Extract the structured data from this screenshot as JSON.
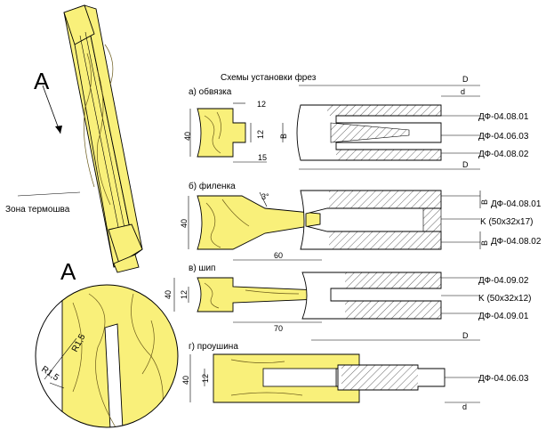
{
  "figure": {
    "title": "Схемы установки фрез",
    "zone_label": "Зона термошва",
    "view_label": "А",
    "detail_label": "А",
    "radius_labels": [
      "R1,5",
      "R1,5"
    ]
  },
  "sections": [
    {
      "heading": "а) обвязка",
      "dims": [
        "12",
        "40",
        "12",
        "15",
        "B",
        "D",
        "d",
        "D"
      ],
      "cutters": [
        "ДФ-04.08.01",
        "ДФ-04.06.03",
        "ДФ-04.08.02"
      ]
    },
    {
      "heading": "б) филенка",
      "dims": [
        "3°",
        "40",
        "60",
        "B",
        "B"
      ],
      "cutters": [
        "ДФ-04.08.01",
        "K (50х32х17)",
        "ДФ-04.08.02"
      ]
    },
    {
      "heading": "в) шип",
      "dims": [
        "40",
        "12",
        "70"
      ],
      "cutters": [
        "ДФ-04.09.02",
        "K (50х32х12)",
        "ДФ-04.09.01"
      ]
    },
    {
      "heading": "г) проушина",
      "dims": [
        "D",
        "40",
        "12",
        "d"
      ],
      "cutters": [
        "ДФ-04.06.03"
      ]
    }
  ],
  "colors": {
    "wood": "#f9f07a",
    "grain": "#6a5a1a",
    "line": "#000000"
  }
}
